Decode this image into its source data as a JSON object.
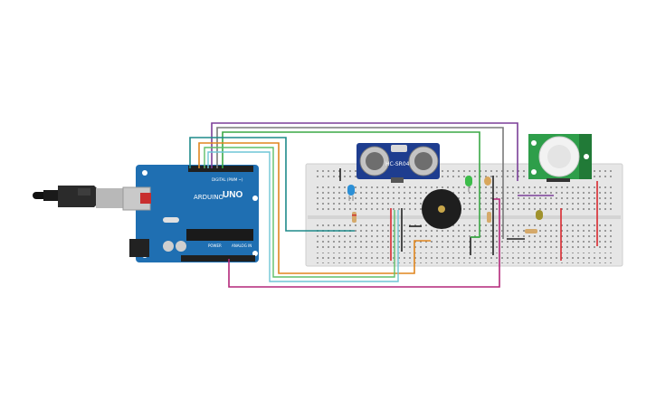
{
  "arduino": {
    "brand": "ARDUINO",
    "model": "UNO",
    "digital_label": "DIGITAL (PWM ~)",
    "power_label": "POWER",
    "analog_label": "ANALOG IN"
  },
  "ultrasonic": {
    "model": "HC-SR04"
  },
  "pir": {
    "name": "PIR motion sensor"
  },
  "colors": {
    "board_blue": "#1f6fb2",
    "breadboard": "#e8e8e8",
    "pir_green": "#2e9e4a",
    "wire_purple": "#7b3f98",
    "wire_gray": "#7a7a7a",
    "wire_green": "#3aa845",
    "wire_orange": "#e0861f",
    "wire_teal": "#1f8a8a",
    "wire_lightblue": "#6fc6d6",
    "wire_magenta": "#b3277a",
    "wire_red": "#d8272e",
    "wire_black": "#222222"
  },
  "icons": [
    "usb-cable-icon",
    "buzzer-icon",
    "led-icon",
    "resistor-icon",
    "photoresistor-icon"
  ]
}
